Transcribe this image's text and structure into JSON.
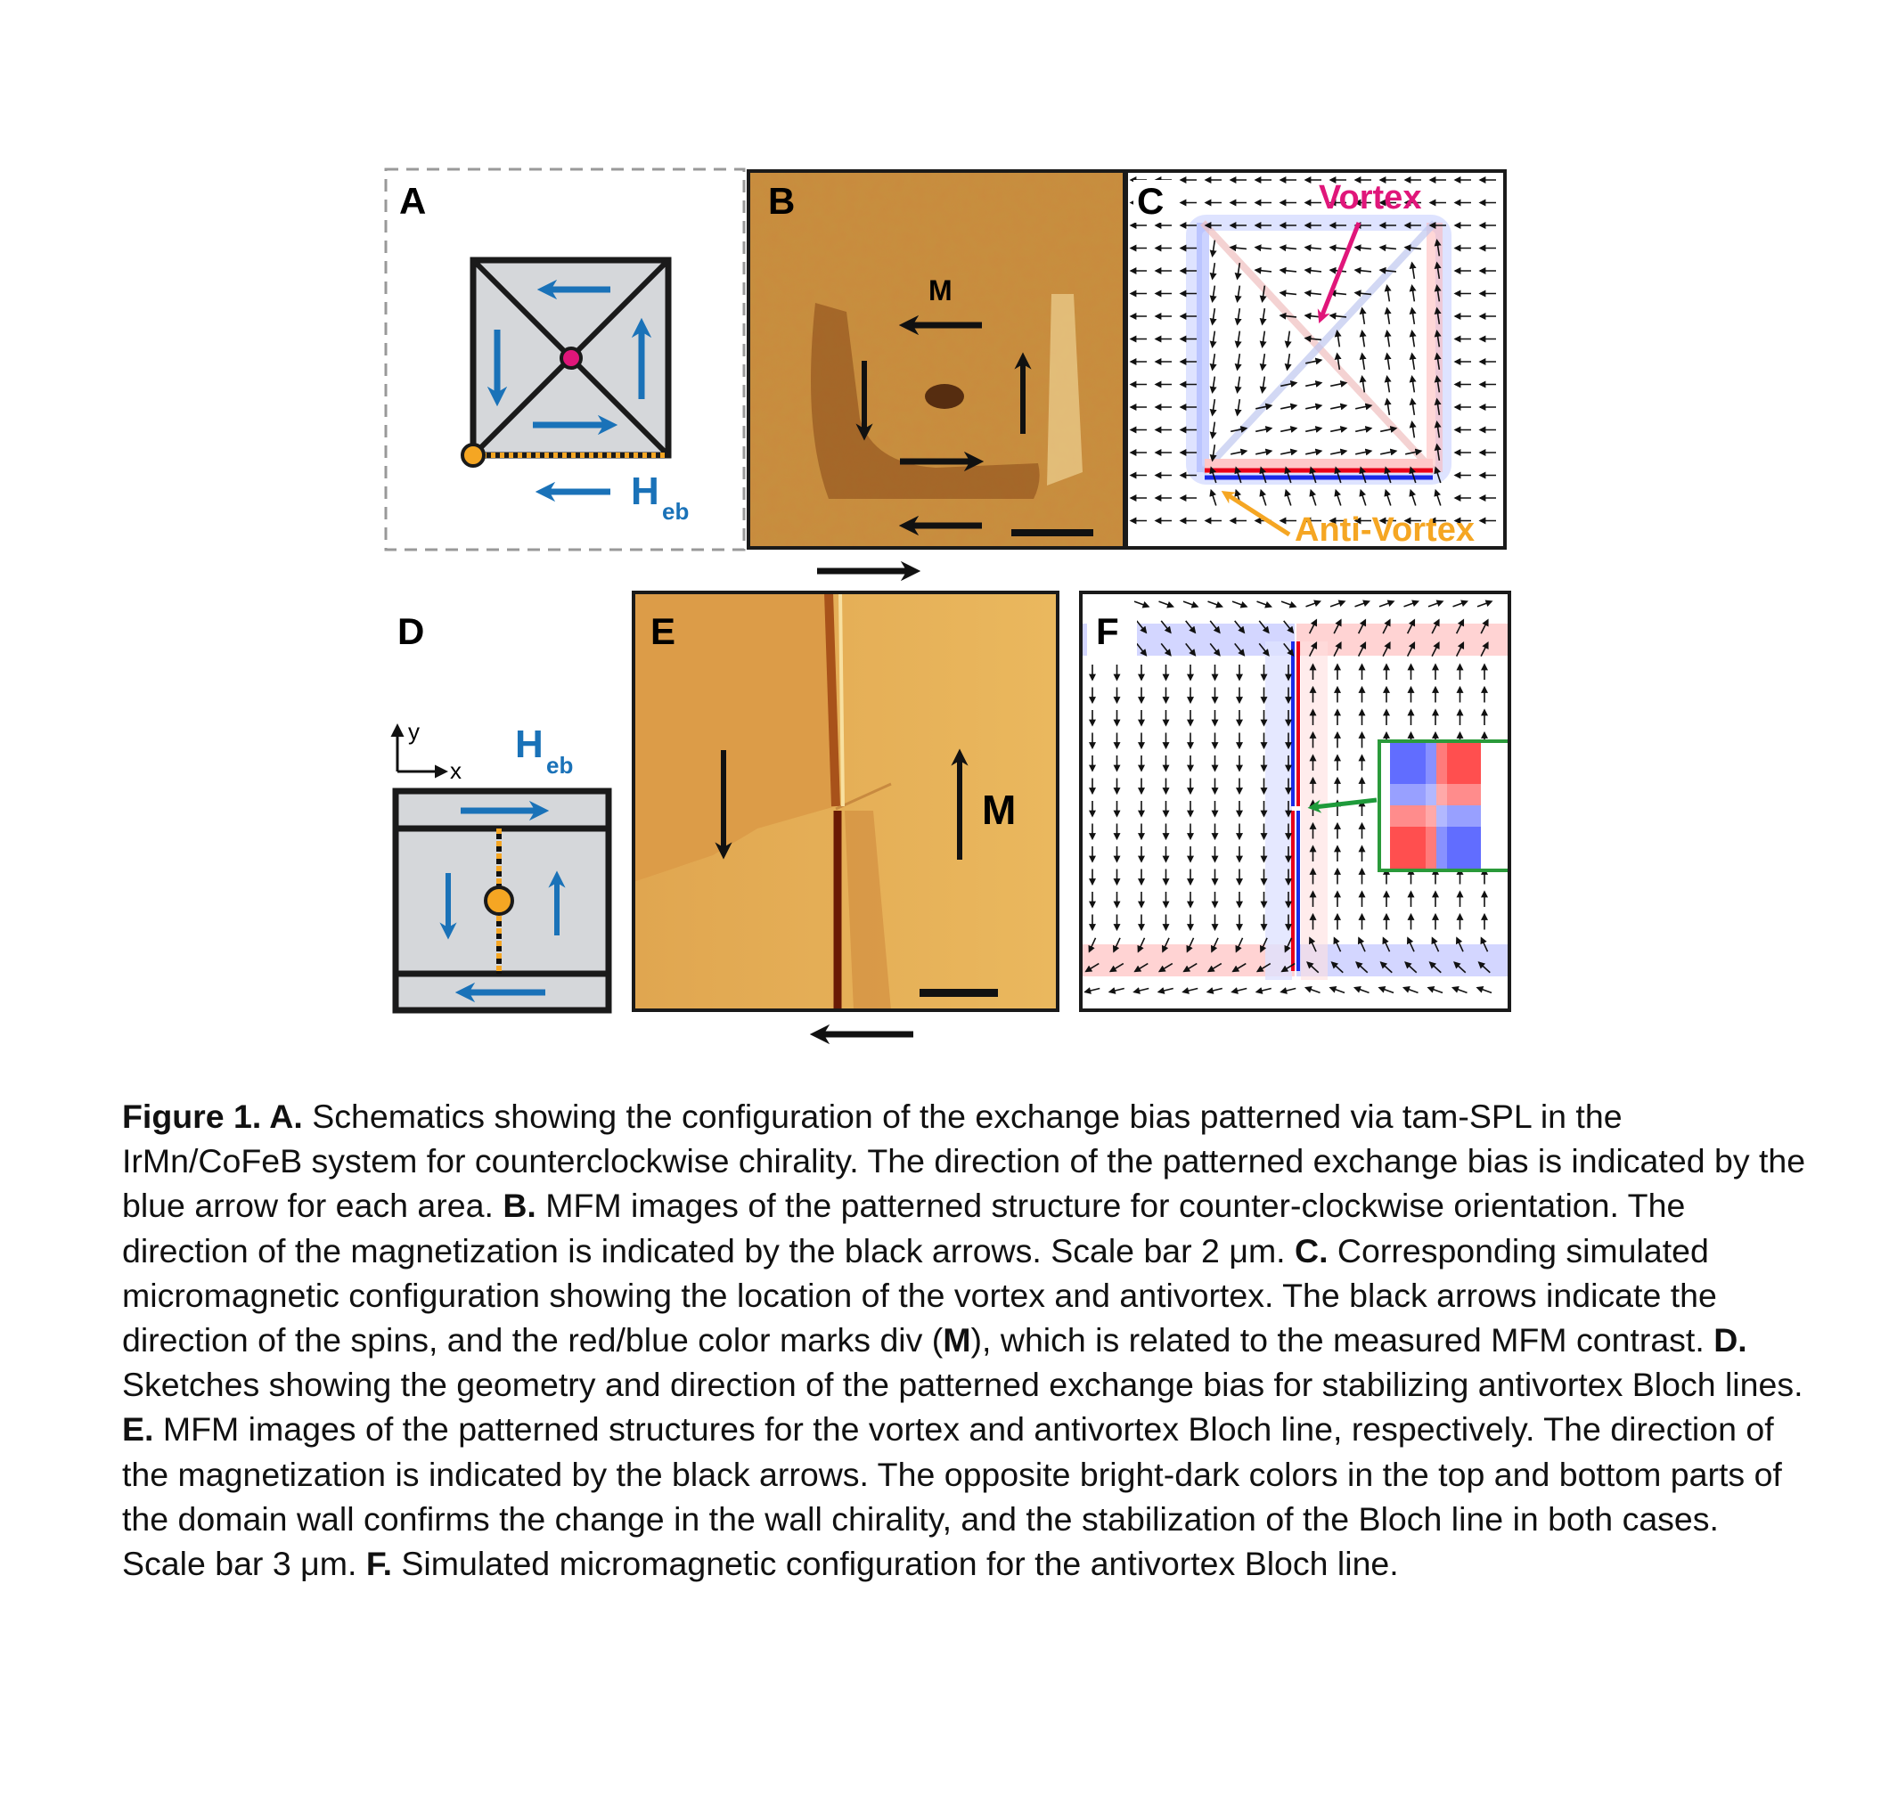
{
  "panels": {
    "A": {
      "label": "A",
      "heb": "H",
      "heb_sub": "eb"
    },
    "B": {
      "label": "B",
      "m": "M"
    },
    "C": {
      "label": "C",
      "vortex": "Vortex",
      "antivortex": "Anti-Vortex"
    },
    "D": {
      "label": "D",
      "axis_y": "y",
      "axis_x": "x",
      "heb": "H",
      "heb_sub": "eb"
    },
    "E": {
      "label": "E",
      "m": "M"
    },
    "F": {
      "label": "F"
    }
  },
  "colors": {
    "blue_arrow": "#1a72b8",
    "vortex": "#e0167a",
    "antivortex": "#f5a623",
    "inset_border": "#2a9a3a",
    "green_arrow": "#1e9a3a"
  },
  "caption": [
    {
      "b": "Figure 1. A.",
      "t": " Schematics showing the configuration of the exchange bias patterned via tam-SPL in the IrMn/CoFeB system for counterclockwise chirality. The direction of the patterned exchange bias is indicated by the blue arrow for each area. "
    },
    {
      "b": "B.",
      "t": " MFM images of the patterned structure for counter-clockwise orientation. The direction of the magnetization is indicated by the black arrows. Scale bar 2 μm. "
    },
    {
      "b": "C.",
      "t": " Corresponding simulated micromagnetic configuration showing the location of the vortex and antivortex. The black arrows indicate the direction of the spins, and the red/blue color marks div ("
    },
    {
      "b": "M",
      "t": "), which is related to the measured MFM contrast. "
    },
    {
      "b": "D.",
      "t": "  Sketches showing the geometry and direction of the patterned exchange bias for stabilizing antivortex Bloch lines. "
    },
    {
      "b": "E.",
      "t": " MFM images of the patterned structures for the vortex and antivortex Bloch line, respectively. The direction of the magnetization is indicated by the black arrows. The opposite bright-dark colors in the top and bottom parts of the domain wall confirms the change in the wall chirality, and the stabilization of the Bloch line in both cases. Scale bar 3 μm. "
    },
    {
      "b": "F.",
      "t": " Simulated micromagnetic configuration for the antivortex Bloch line."
    }
  ]
}
